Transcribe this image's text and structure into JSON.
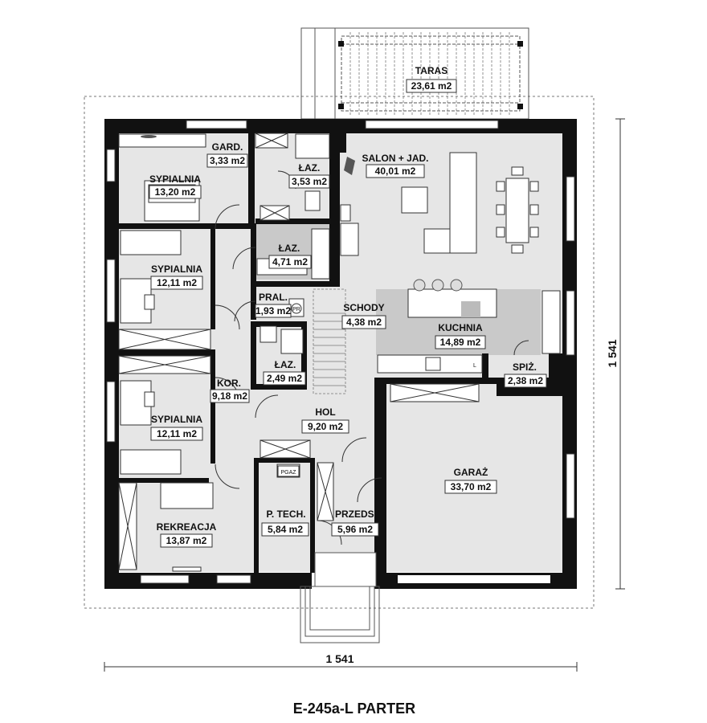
{
  "title": "E-245a-L PARTER",
  "dimensions": {
    "horizontal": "1 541",
    "vertical": "1 541"
  },
  "rooms": {
    "taras": {
      "name": "TARAS",
      "area": "23,61 m2"
    },
    "salon": {
      "name": "SALON + JAD.",
      "area": "40,01 m2"
    },
    "gard": {
      "name": "GARD.",
      "area": "3,33 m2"
    },
    "lazienka1": {
      "name": "ŁAZ.",
      "area": "3,53 m2"
    },
    "sypialnia1": {
      "name": "SYPIALNIA",
      "area": "13,20 m2"
    },
    "lazienka2": {
      "name": "ŁAZ.",
      "area": "4,71 m2"
    },
    "sypialnia2": {
      "name": "SYPIALNIA",
      "area": "12,11 m2"
    },
    "pral": {
      "name": "PRAL.",
      "area": "1,93 m2"
    },
    "schody": {
      "name": "SCHODY",
      "area": "4,38 m2"
    },
    "kuchnia": {
      "name": "KUCHNIA",
      "area": "14,89 m2"
    },
    "lazienka3": {
      "name": "ŁAZ.",
      "area": "2,49 m2"
    },
    "spiz": {
      "name": "SPIŻ.",
      "area": "2,38 m2"
    },
    "kor": {
      "name": "KOR.",
      "area": "9,18 m2"
    },
    "hol": {
      "name": "HOL",
      "area": "9,20 m2"
    },
    "sypialnia3": {
      "name": "SYPIALNIA",
      "area": "12,11 m2"
    },
    "garaz": {
      "name": "GARAŻ",
      "area": "33,70 m2"
    },
    "rekreacja": {
      "name": "REKREACJA",
      "area": "13,87 m2"
    },
    "ptech": {
      "name": "P. TECH.",
      "area": "5,84 m2"
    },
    "przeds": {
      "name": "PRZEDS.",
      "area": "5,96 m2"
    }
  },
  "labels": {
    "pgaz": "PGAZ",
    "pr": "PR",
    "l": "L"
  }
}
